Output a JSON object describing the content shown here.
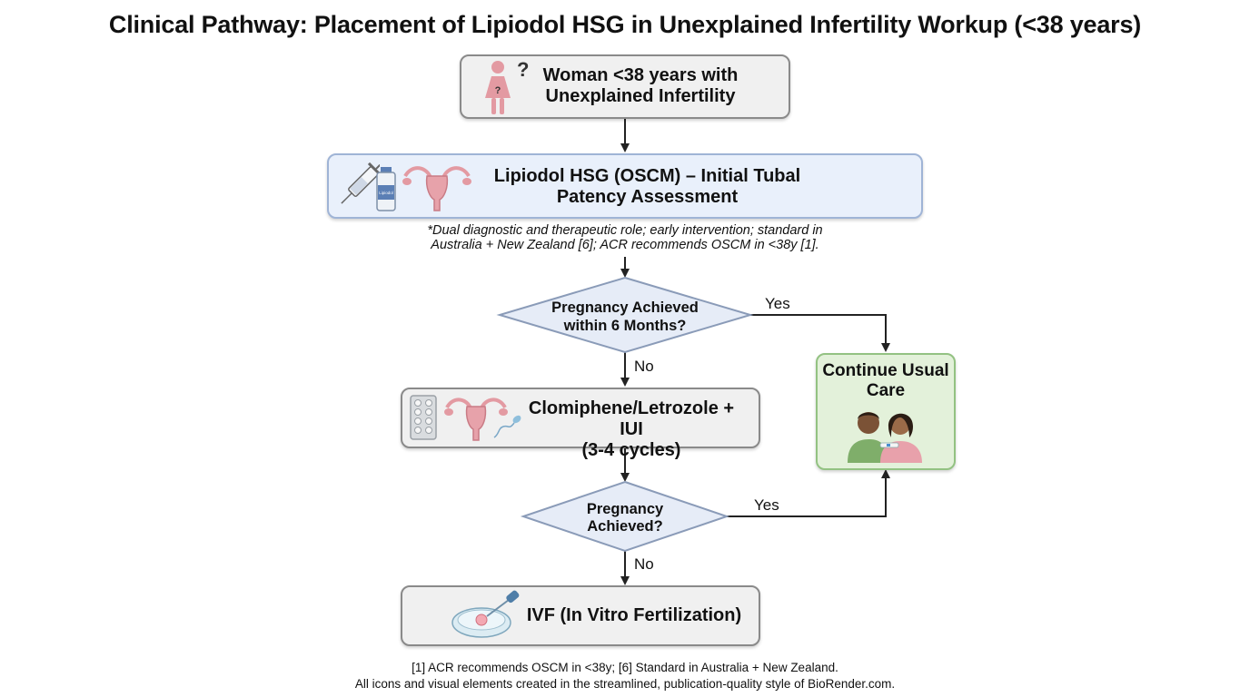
{
  "title": "Clinical Pathway: Placement of Lipiodol HSG in Unexplained Infertility Workup (<38 years)",
  "nodes": {
    "start": {
      "line1": "Woman <38 years with",
      "line2": "Unexplained Infertility",
      "icon_mark": "?"
    },
    "hsg": {
      "line1": "Lipiodol HSG (OSCM) – Initial Tubal",
      "line2": "Patency Assessment",
      "vial_label": "Lipiodol"
    },
    "hsg_note": {
      "line1": "*Dual diagnostic and therapeutic role; early intervention; standard in",
      "line2": "Australia + New Zealand [6]; ACR recommends OSCM in <38y [1]."
    },
    "decision1": {
      "line1": "Pregnancy Achieved",
      "line2": "within 6 Months?"
    },
    "iui": {
      "line1": "Clomiphene/Letrozole + IUI",
      "line2": "(3-4 cycles)"
    },
    "decision2": {
      "line1": "Pregnancy",
      "line2": "Achieved?"
    },
    "ivf": {
      "label": "IVF (In Vitro Fertilization)"
    },
    "continue": {
      "line1": "Continue Usual",
      "line2": "Care"
    }
  },
  "edges": {
    "yes1": "Yes",
    "no1": "No",
    "yes2": "Yes",
    "no2": "No"
  },
  "footer": {
    "line1": "[1] ACR recommends OSCM in <38y; [6] Standard in Australia + New Zealand.",
    "line2": "All icons and visual elements created in the streamlined, publication-quality style of BioRender.com."
  },
  "colors": {
    "neutral_box": "#f0f0f0",
    "blue_box": "#e9f0fb",
    "green_box": "#e3f1da",
    "diamond": "#e6ecf7",
    "arrow": "#222222",
    "pink_icon": "#e39aa2"
  },
  "icons": [
    "woman-question-icon",
    "syringe-icon",
    "vial-icon",
    "uterus-icon",
    "pill-pack-icon",
    "sperm-icon",
    "petri-dish-icon",
    "couple-icon"
  ]
}
